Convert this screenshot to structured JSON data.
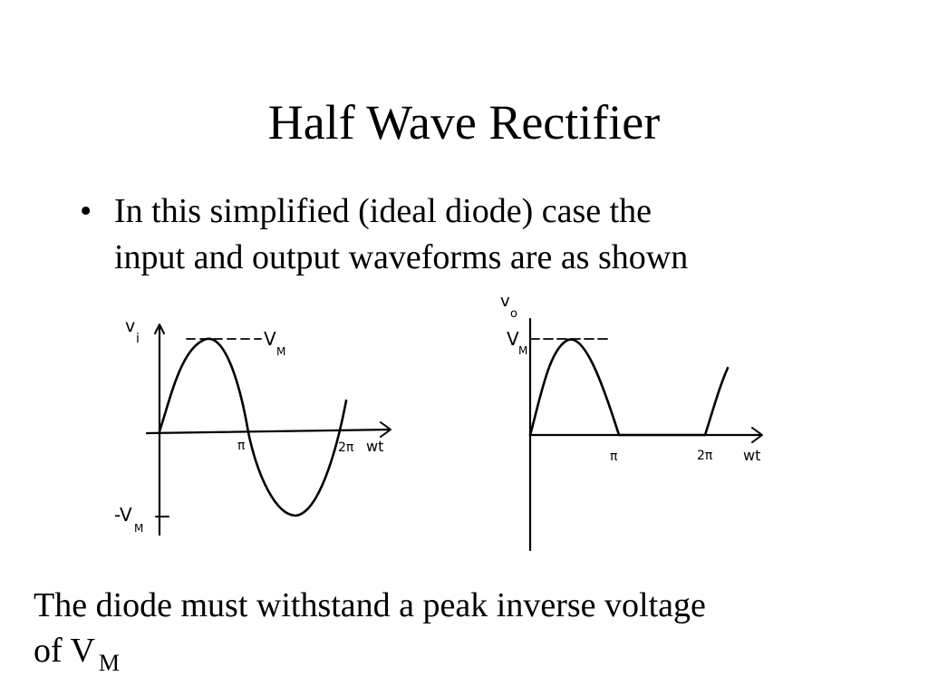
{
  "slide": {
    "title": "Half Wave Rectifier",
    "bullet_symbol": "•",
    "bullet_lines": [
      "In this simplified (ideal diode) case the",
      "input and output waveforms are as shown"
    ],
    "footer_line1": "The diode must withstand a peak inverse voltage",
    "footer_line2_prefix": "of V",
    "footer_line2_subscript": "M"
  },
  "input_graph": {
    "y_axis_label": "v",
    "y_axis_subscript": "i",
    "peak_label": "V",
    "peak_subscript": "M",
    "neg_peak_label": "-V",
    "neg_peak_subscript": "M",
    "tick_pi": "π",
    "tick_2pi": "2π",
    "x_axis_label": "wt"
  },
  "output_graph": {
    "y_axis_label": "v",
    "y_axis_subscript": "o",
    "peak_label": "V",
    "peak_subscript": "M",
    "tick_pi": "π",
    "tick_2pi": "2π",
    "x_axis_label": "wt"
  }
}
